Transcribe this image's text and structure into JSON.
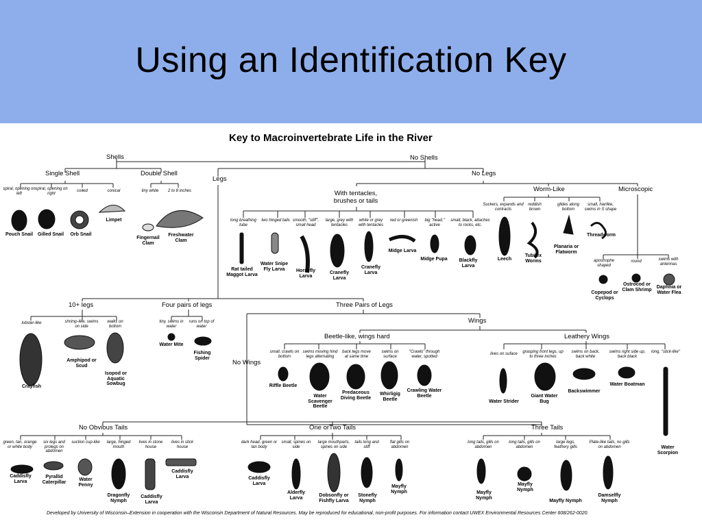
{
  "slide": {
    "title": "Using an Identification Key"
  },
  "key": {
    "title": "Key to Macroinvertebrate Life in the River",
    "credit": "Developed by University of Wisconsin–Extension in cooperation with the Wisconsin Department of Natural Resources. May be reproduced for educational, non-profit purposes. For information contact UWEX Environmental Resources Center 608/262-0020."
  },
  "categories": {
    "shells": "Shells",
    "no_shells": "No Shells",
    "single_shell": "Single Shell",
    "double_shell": "Double Shell",
    "legs": "Legs",
    "no_legs": "No Legs",
    "with_tentacles": "With tentacles, brushes or tails",
    "worm_like": "Worm-Like",
    "microscopic": "Microscopic",
    "ten_plus_legs": "10+ legs",
    "four_pairs": "Four pairs of legs",
    "three_pairs": "Three Pairs of Legs",
    "wings": "Wings",
    "no_wings": "No Wings",
    "beetle_like": "Beetle-like, wings hard",
    "leathery": "Leathery Wings",
    "no_obvious_tails": "No Obvious Tails",
    "one_or_two_tails": "One orTwo Tails",
    "three_tails": "Three Tails"
  },
  "organisms": [
    {
      "desc": "spiral, opening on left",
      "name": "Pouch Snail"
    },
    {
      "desc": "spiral, opening on right",
      "name": "Gilled Snail"
    },
    {
      "desc": "coiled",
      "name": "Orb Snail"
    },
    {
      "desc": "conical",
      "name": "Limpet"
    },
    {
      "desc": "tiny white",
      "name": "Fingernail Clam"
    },
    {
      "desc": "2 to 8 inches",
      "name": "Freshwater Clam"
    },
    {
      "desc": "long breathing tube",
      "name": "Rat tailed Maggot Larva"
    },
    {
      "desc": "two hinged tails",
      "name": "Water Snipe Fly Larva"
    },
    {
      "desc": "smooth, \"stiff\", small head",
      "name": "Horsefly Larva"
    },
    {
      "desc": "large, grey with tentacles",
      "name": "Cranefly Larva"
    },
    {
      "desc": "white or grey with tentacles",
      "name": "Cranefly Larva"
    },
    {
      "desc": "red or greenish",
      "name": "Midge Larva"
    },
    {
      "desc": "big \"head,\" active",
      "name": "Midge Pupa"
    },
    {
      "desc": "small, black, attaches to rocks, etc.",
      "name": "Blackfly Larva"
    },
    {
      "desc": "Suckers, expands and contracts",
      "name": "Leech"
    },
    {
      "desc": "reddish brown",
      "name": "Tubifex Worms"
    },
    {
      "desc": "glides along bottom",
      "name": "Planaria or Flatworm"
    },
    {
      "desc": "small, hairlike, swims in S shape",
      "name": "Threadworm"
    },
    {
      "desc": "apostrophe shaped",
      "name": "Copepod or Cyclops"
    },
    {
      "desc": "round",
      "name": "Ostrocod or Clam Shrimp"
    },
    {
      "desc": "swims with antennas",
      "name": "Daphnia or Water Flea"
    },
    {
      "desc": "lobster-like",
      "name": "Crayfish"
    },
    {
      "desc": "shrimp-like, swims on side",
      "name": "Amphipod or Scud"
    },
    {
      "desc": "walks on bottom",
      "name": "Isopod or Aquatic Sowbug"
    },
    {
      "desc": "tiny, swims in water",
      "name": "Water Mite"
    },
    {
      "desc": "runs on top of water",
      "name": "Fishing Spider"
    },
    {
      "desc": "small, crawls on bottom",
      "name": "Riffle Beetle"
    },
    {
      "desc": "swims moving hind legs alternating",
      "name": "Water Scavenger Beetle"
    },
    {
      "desc": "back legs move at same time",
      "name": "Predaceous Diving Beetle"
    },
    {
      "desc": "swims on surface",
      "name": "Whirligig Beetle"
    },
    {
      "desc": "\"Crawls\" through water, spotted",
      "name": "Crawling Water Beetle"
    },
    {
      "desc": "lives on suface",
      "name": "Water Strider"
    },
    {
      "desc": "grasping front legs, up to three inches",
      "name": "Giant Water Bug"
    },
    {
      "desc": "swims on back, back white",
      "name": "Backswimmer"
    },
    {
      "desc": "swims right side up, back black",
      "name": "Water Boatman"
    },
    {
      "desc": "long, \"stick-like\"",
      "name": "Water Scorpion"
    },
    {
      "desc": "green, tan, orange or white body",
      "name": "Caddisfly Larva"
    },
    {
      "desc": "six legs and prolegs on abdomen",
      "name": "Pyrallid Caterpillar"
    },
    {
      "desc": "suction cup-like",
      "name": "Water Penny"
    },
    {
      "desc": "large, hinged mouth",
      "name": "Dragonfly Nymph"
    },
    {
      "desc": "lives in stone house",
      "name": "Caddisfly Larva"
    },
    {
      "desc": "lives in stick house",
      "name": "Caddisfly Larva"
    },
    {
      "desc": "dark head, green or tan body",
      "name": "Caddisfly Larva"
    },
    {
      "desc": "small, spines on side",
      "name": "Alderfly Larva"
    },
    {
      "desc": "large mouthparts, spines on side",
      "name": "Dobsonfly or Fishfly Larva"
    },
    {
      "desc": "tails long and stiff",
      "name": "Stonefly Nymph"
    },
    {
      "desc": "flat gills on abdomen",
      "name": "Mayfly Nymph"
    },
    {
      "desc": "long tails, gills on abdomen",
      "name": "Mayfly Nymph"
    },
    {
      "desc": "long tails, gills on abdomen",
      "name": "Mayfly Nymph"
    },
    {
      "desc": "large legs, feathery gills",
      "name": "Mayfly Nymph"
    },
    {
      "desc": "Plate-like tails, no gills on abdomen",
      "name": "Damselfly Nymph"
    }
  ]
}
